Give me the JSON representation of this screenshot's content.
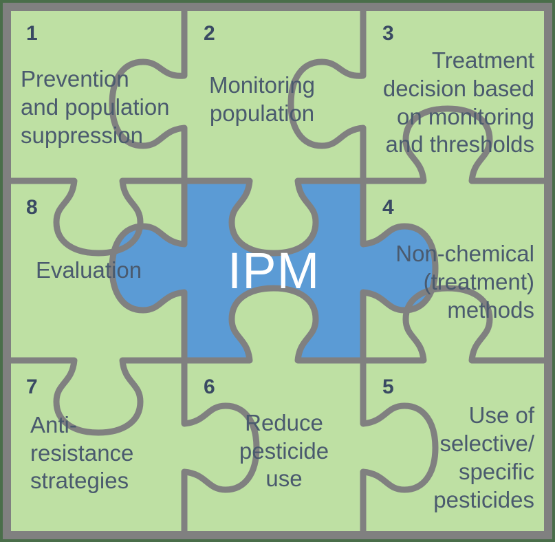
{
  "diagram": {
    "title": "IPM",
    "center": {
      "label": "IPM",
      "color": "#5b9bd5",
      "text_color": "#ffffff"
    },
    "colors": {
      "piece_green": "#bee0a3",
      "piece_blue": "#5b9bd5",
      "outline_gray": "#808080",
      "background_green": "#4a6e4a",
      "number_text": "#3a4a63",
      "label_text": "#4a5a6e"
    },
    "pieces": [
      {
        "number": "1",
        "label": "Prevention and population suppression",
        "position": "top-left",
        "align": "left"
      },
      {
        "number": "2",
        "label": "Monitoring population",
        "position": "top-center",
        "align": "center"
      },
      {
        "number": "3",
        "label": "Treatment decision based on monitoring and thresholds",
        "position": "top-right",
        "align": "right"
      },
      {
        "number": "4",
        "label": "Non-chemical (treatment) methods",
        "position": "middle-right",
        "align": "right"
      },
      {
        "number": "5",
        "label": "Use of selective/ specific pesticides",
        "position": "bottom-right",
        "align": "right"
      },
      {
        "number": "6",
        "label": "Reduce pesticide use",
        "position": "bottom-center",
        "align": "center"
      },
      {
        "number": "7",
        "label": "Anti-resistance strategies",
        "position": "bottom-left",
        "align": "left"
      },
      {
        "number": "8",
        "label": "Evaluation",
        "position": "middle-left",
        "align": "left"
      }
    ]
  }
}
